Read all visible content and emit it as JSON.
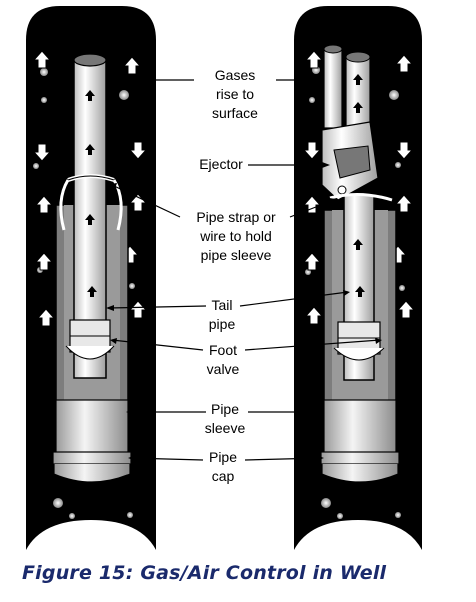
{
  "labels": {
    "gases": [
      "Gases",
      "rise to",
      "surface"
    ],
    "ejector": [
      "Ejector"
    ],
    "pipe_strap": [
      "Pipe strap or",
      "wire to hold",
      "pipe sleeve"
    ],
    "tail_pipe": [
      "Tail",
      "pipe"
    ],
    "foot_valve": [
      "Foot",
      "valve"
    ],
    "pipe_sleeve": [
      "Pipe",
      "sleeve"
    ],
    "pipe_cap": [
      "Pipe",
      "cap"
    ]
  },
  "caption": "Figure 15: Gas/Air Control in Well",
  "colors": {
    "well": "#000000",
    "sleeve": "#8a8a8a",
    "pipe": "#ffffff",
    "caption": "#1a2a6c"
  }
}
